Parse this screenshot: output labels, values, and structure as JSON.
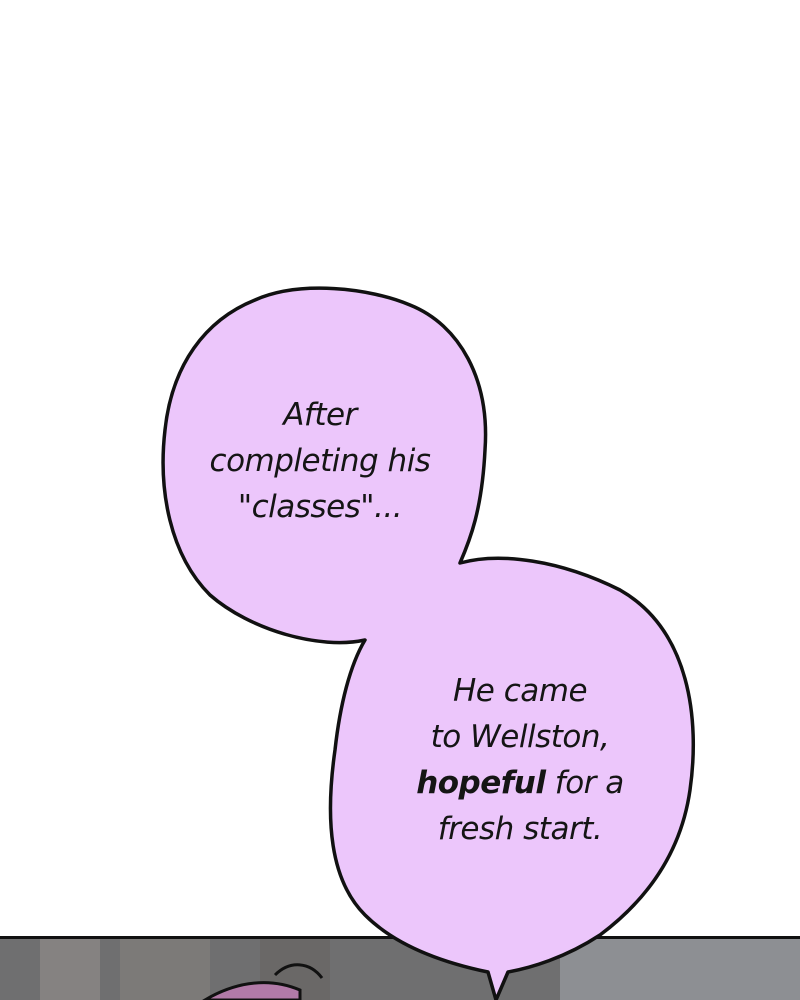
{
  "colors": {
    "bubble_fill": "#ecc6fb",
    "bubble_stroke": "#111111",
    "background": "#ffffff",
    "scene_gray": "#6f6f70"
  },
  "caption_1": {
    "lines": [
      "After",
      "completing his",
      "\"classes\"..."
    ]
  },
  "caption_2": {
    "line_1": "He came",
    "line_2": "to Wellston,",
    "line_3_bold": "hopeful",
    "line_3_rest": " for a",
    "line_4": "fresh start."
  }
}
